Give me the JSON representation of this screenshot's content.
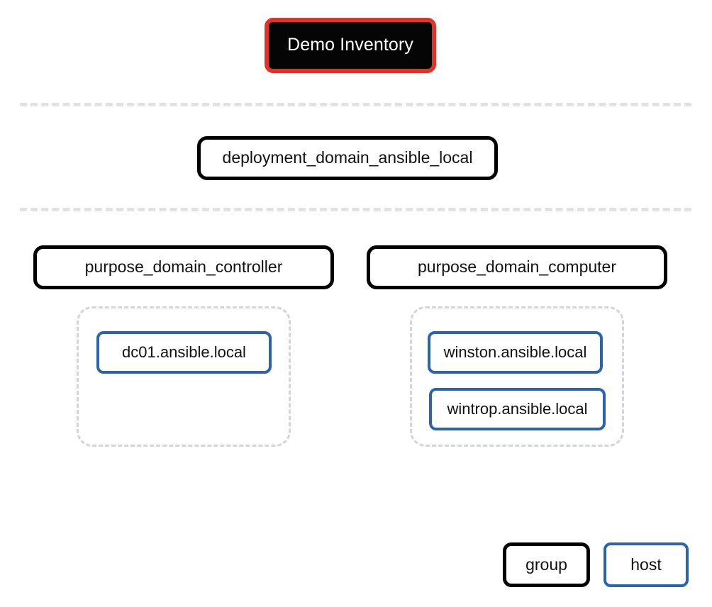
{
  "diagram": {
    "title_node": {
      "label": "Demo Inventory",
      "type": "inventory-root",
      "fill_color": "#050505",
      "border_color": "#e0342a",
      "text_color": "#ffffff"
    },
    "ranks": [
      {
        "rank": 1,
        "nodes": [
          {
            "label": "deployment_domain_ansible_local",
            "type": "group"
          }
        ]
      },
      {
        "rank": 2,
        "nodes": [
          {
            "label": "purpose_domain_controller",
            "type": "group",
            "hosts": [
              {
                "label": "dc01.ansible.local",
                "type": "host"
              }
            ]
          },
          {
            "label": "purpose_domain_computer",
            "type": "group",
            "hosts": [
              {
                "label": "winston.ansible.local",
                "type": "host"
              },
              {
                "label": "wintrop.ansible.local",
                "type": "host"
              }
            ]
          }
        ]
      }
    ]
  },
  "legend": {
    "items": [
      {
        "label": "group",
        "border_color": "#000000"
      },
      {
        "label": "host",
        "border_color": "#2d64a8"
      }
    ]
  },
  "style": {
    "divider_color": "#e2e2e2",
    "container_border_color": "#d5d5d5",
    "group_border_color": "#000000",
    "host_border_color": "#2d64a8",
    "root_border_color": "#e0342a",
    "background_color": "#ffffff"
  }
}
